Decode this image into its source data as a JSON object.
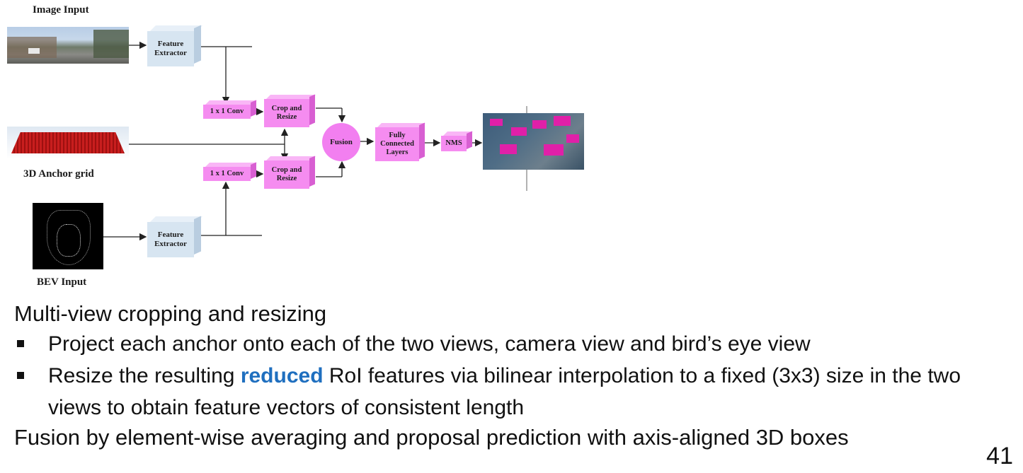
{
  "diagram": {
    "labels": {
      "image_input": "Image Input",
      "anchor_grid": "3D Anchor grid",
      "bev_input": "BEV Input"
    },
    "feature_extractor_top": [
      "Feature",
      "Extractor"
    ],
    "feature_extractor_bottom": [
      "Feature",
      "Extractor"
    ],
    "conv_top": "1 x 1 Conv",
    "conv_bottom": "1 x 1 Conv",
    "crop_top": [
      "Crop and",
      "Resize"
    ],
    "crop_bottom": [
      "Crop and",
      "Resize"
    ],
    "fusion": "Fusion",
    "fc": [
      "Fully",
      "Connected",
      "Layers"
    ],
    "nms": "NMS",
    "colors": {
      "feature_box": "#d7e5f1",
      "pink_box": "#f58cf0",
      "anchor_grid": "#c81e1e"
    }
  },
  "text": {
    "heading": "Multi-view cropping and resizing",
    "bullets": [
      {
        "parts": [
          {
            "t": "Project each anchor onto each of the two views, camera view and bird’s eye view",
            "emph": false
          }
        ]
      },
      {
        "parts": [
          {
            "t": "Resize the resulting ",
            "emph": false
          },
          {
            "t": "reduced",
            "emph": true
          },
          {
            "t": " RoI features via bilinear interpolation to a fixed (3x3) size in the two views to obtain feature vectors of consistent length",
            "emph": false
          }
        ]
      }
    ],
    "footer": "Fusion by element-wise averaging and proposal prediction with axis-aligned 3D boxes"
  },
  "slide_number": "41"
}
